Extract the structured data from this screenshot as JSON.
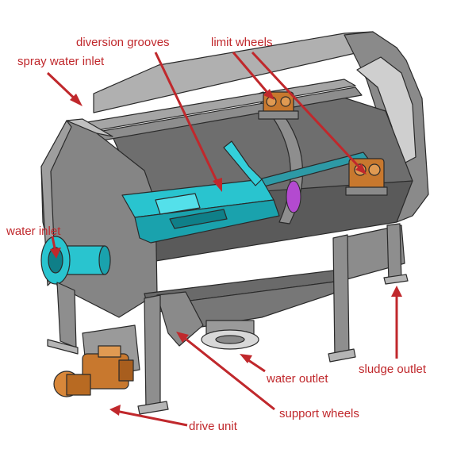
{
  "colors": {
    "label": "#c0282c",
    "frame_light": "#9a9a9a",
    "frame_mid": "#7c7c7c",
    "frame_dark": "#5a5a5a",
    "groove": "#29c4cf",
    "wheel": "#c8782e",
    "drum_accent": "#b34ad0"
  },
  "labels": {
    "spray_water_inlet": "spray water inlet",
    "diversion_grooves": "diversion grooves",
    "limit_wheels": "limit wheels",
    "water_inlet": "water inlet",
    "water_outlet": "water outlet",
    "sludge_outlet": "sludge outlet",
    "support_wheels": "support wheels",
    "drive_unit": "drive unit"
  }
}
